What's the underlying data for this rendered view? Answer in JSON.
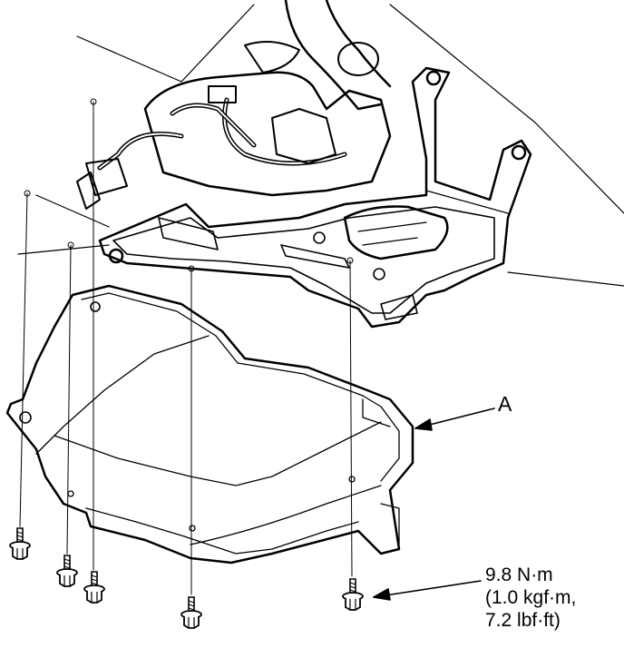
{
  "callouts": {
    "part_label": "A",
    "torque_line1": "9.8 N·m",
    "torque_line2": "(1.0 kgf·m,",
    "torque_line3": "7.2 lbf·ft)"
  }
}
